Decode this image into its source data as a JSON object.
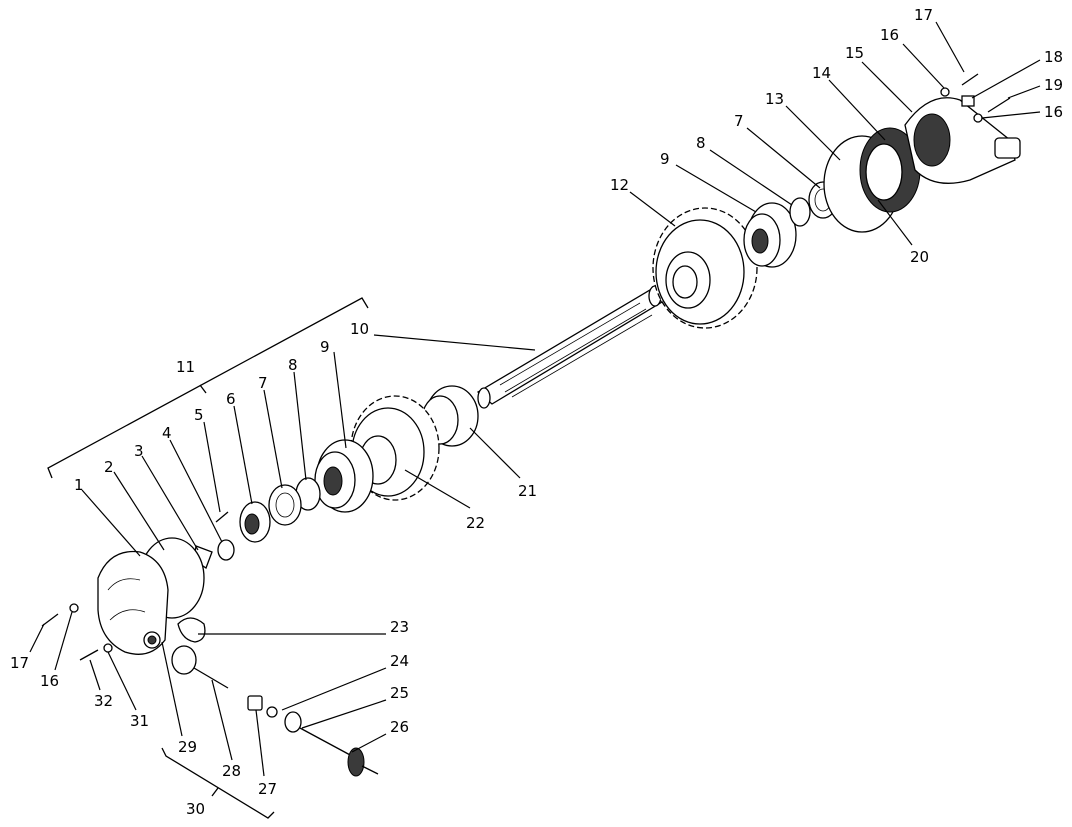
{
  "callouts": {
    "c17_right": "17",
    "c16_top": "16",
    "c15": "15",
    "c14": "14",
    "c13": "13",
    "c18": "18",
    "c19": "19",
    "c16_right": "16",
    "c7_right": "7",
    "c8_right": "8",
    "c9_right": "9",
    "c12": "12",
    "c20": "20",
    "c10": "10",
    "c11": "11",
    "c9_left": "9",
    "c8_left": "8",
    "c7_left": "7",
    "c6": "6",
    "c5": "5",
    "c4": "4",
    "c3": "3",
    "c2": "2",
    "c1": "1",
    "c21": "21",
    "c22": "22",
    "c23": "23",
    "c24": "24",
    "c25": "25",
    "c26": "26",
    "c17_left": "17",
    "c16_left": "16",
    "c32": "32",
    "c31": "31",
    "c29": "29",
    "c28": "28",
    "c27": "27",
    "c30": "30"
  }
}
